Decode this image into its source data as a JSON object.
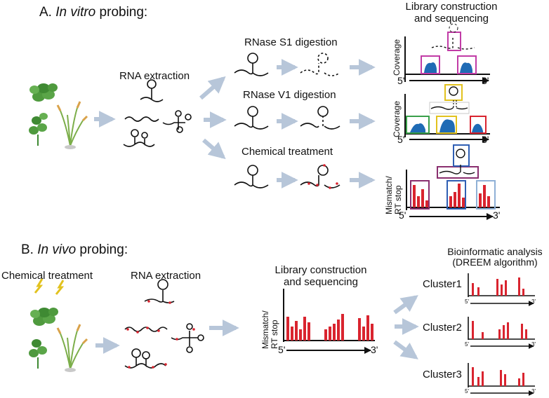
{
  "sectionA": {
    "title_prefix": "A. ",
    "title_italic": "In vitro",
    "title_suffix": " probing:",
    "extraction_label": "RNA extraction",
    "rnase_s1_label": "RNase S1 digestion",
    "rnase_v1_label": "RNase V1 digestion",
    "chemical_label": "Chemical treatment",
    "library_label_line1": "Library construction",
    "library_label_line2": "and sequencing",
    "coverage_label": "Coverage",
    "mismatch_label_line1": "Mismatch/",
    "mismatch_label_line2": "RT stop",
    "five_prime": "5'",
    "three_prime": "3'"
  },
  "sectionB": {
    "title_prefix": "B. ",
    "title_italic": "In vivo",
    "title_suffix": " probing:",
    "chemical_label": "Chemical treatment",
    "extraction_label": "RNA extraction",
    "library_label_line1": "Library construction",
    "library_label_line2": "and sequencing",
    "mismatch_label_line1": "Mismatch/",
    "mismatch_label_line2": "RT stop",
    "bioinfo_line1": "Bioinformatic analysis",
    "bioinfo_line2": "(DREEM algorithm)",
    "clusters": [
      "Cluster1",
      "Cluster2",
      "Cluster3"
    ],
    "five_prime": "5'",
    "three_prime": "3'"
  },
  "colors": {
    "peak_blue": "#1f6bb5",
    "bar_red": "#d9242f",
    "arrow_blue": "#b7c6d9",
    "box_magenta": "#c13ba6",
    "box_green": "#3aa04a",
    "box_yellow": "#e2c21e",
    "box_red": "#d9242f",
    "box_blue": "#2f5fb4",
    "box_light_blue": "#8fb0d6",
    "box_purple": "#8a2f6f"
  }
}
